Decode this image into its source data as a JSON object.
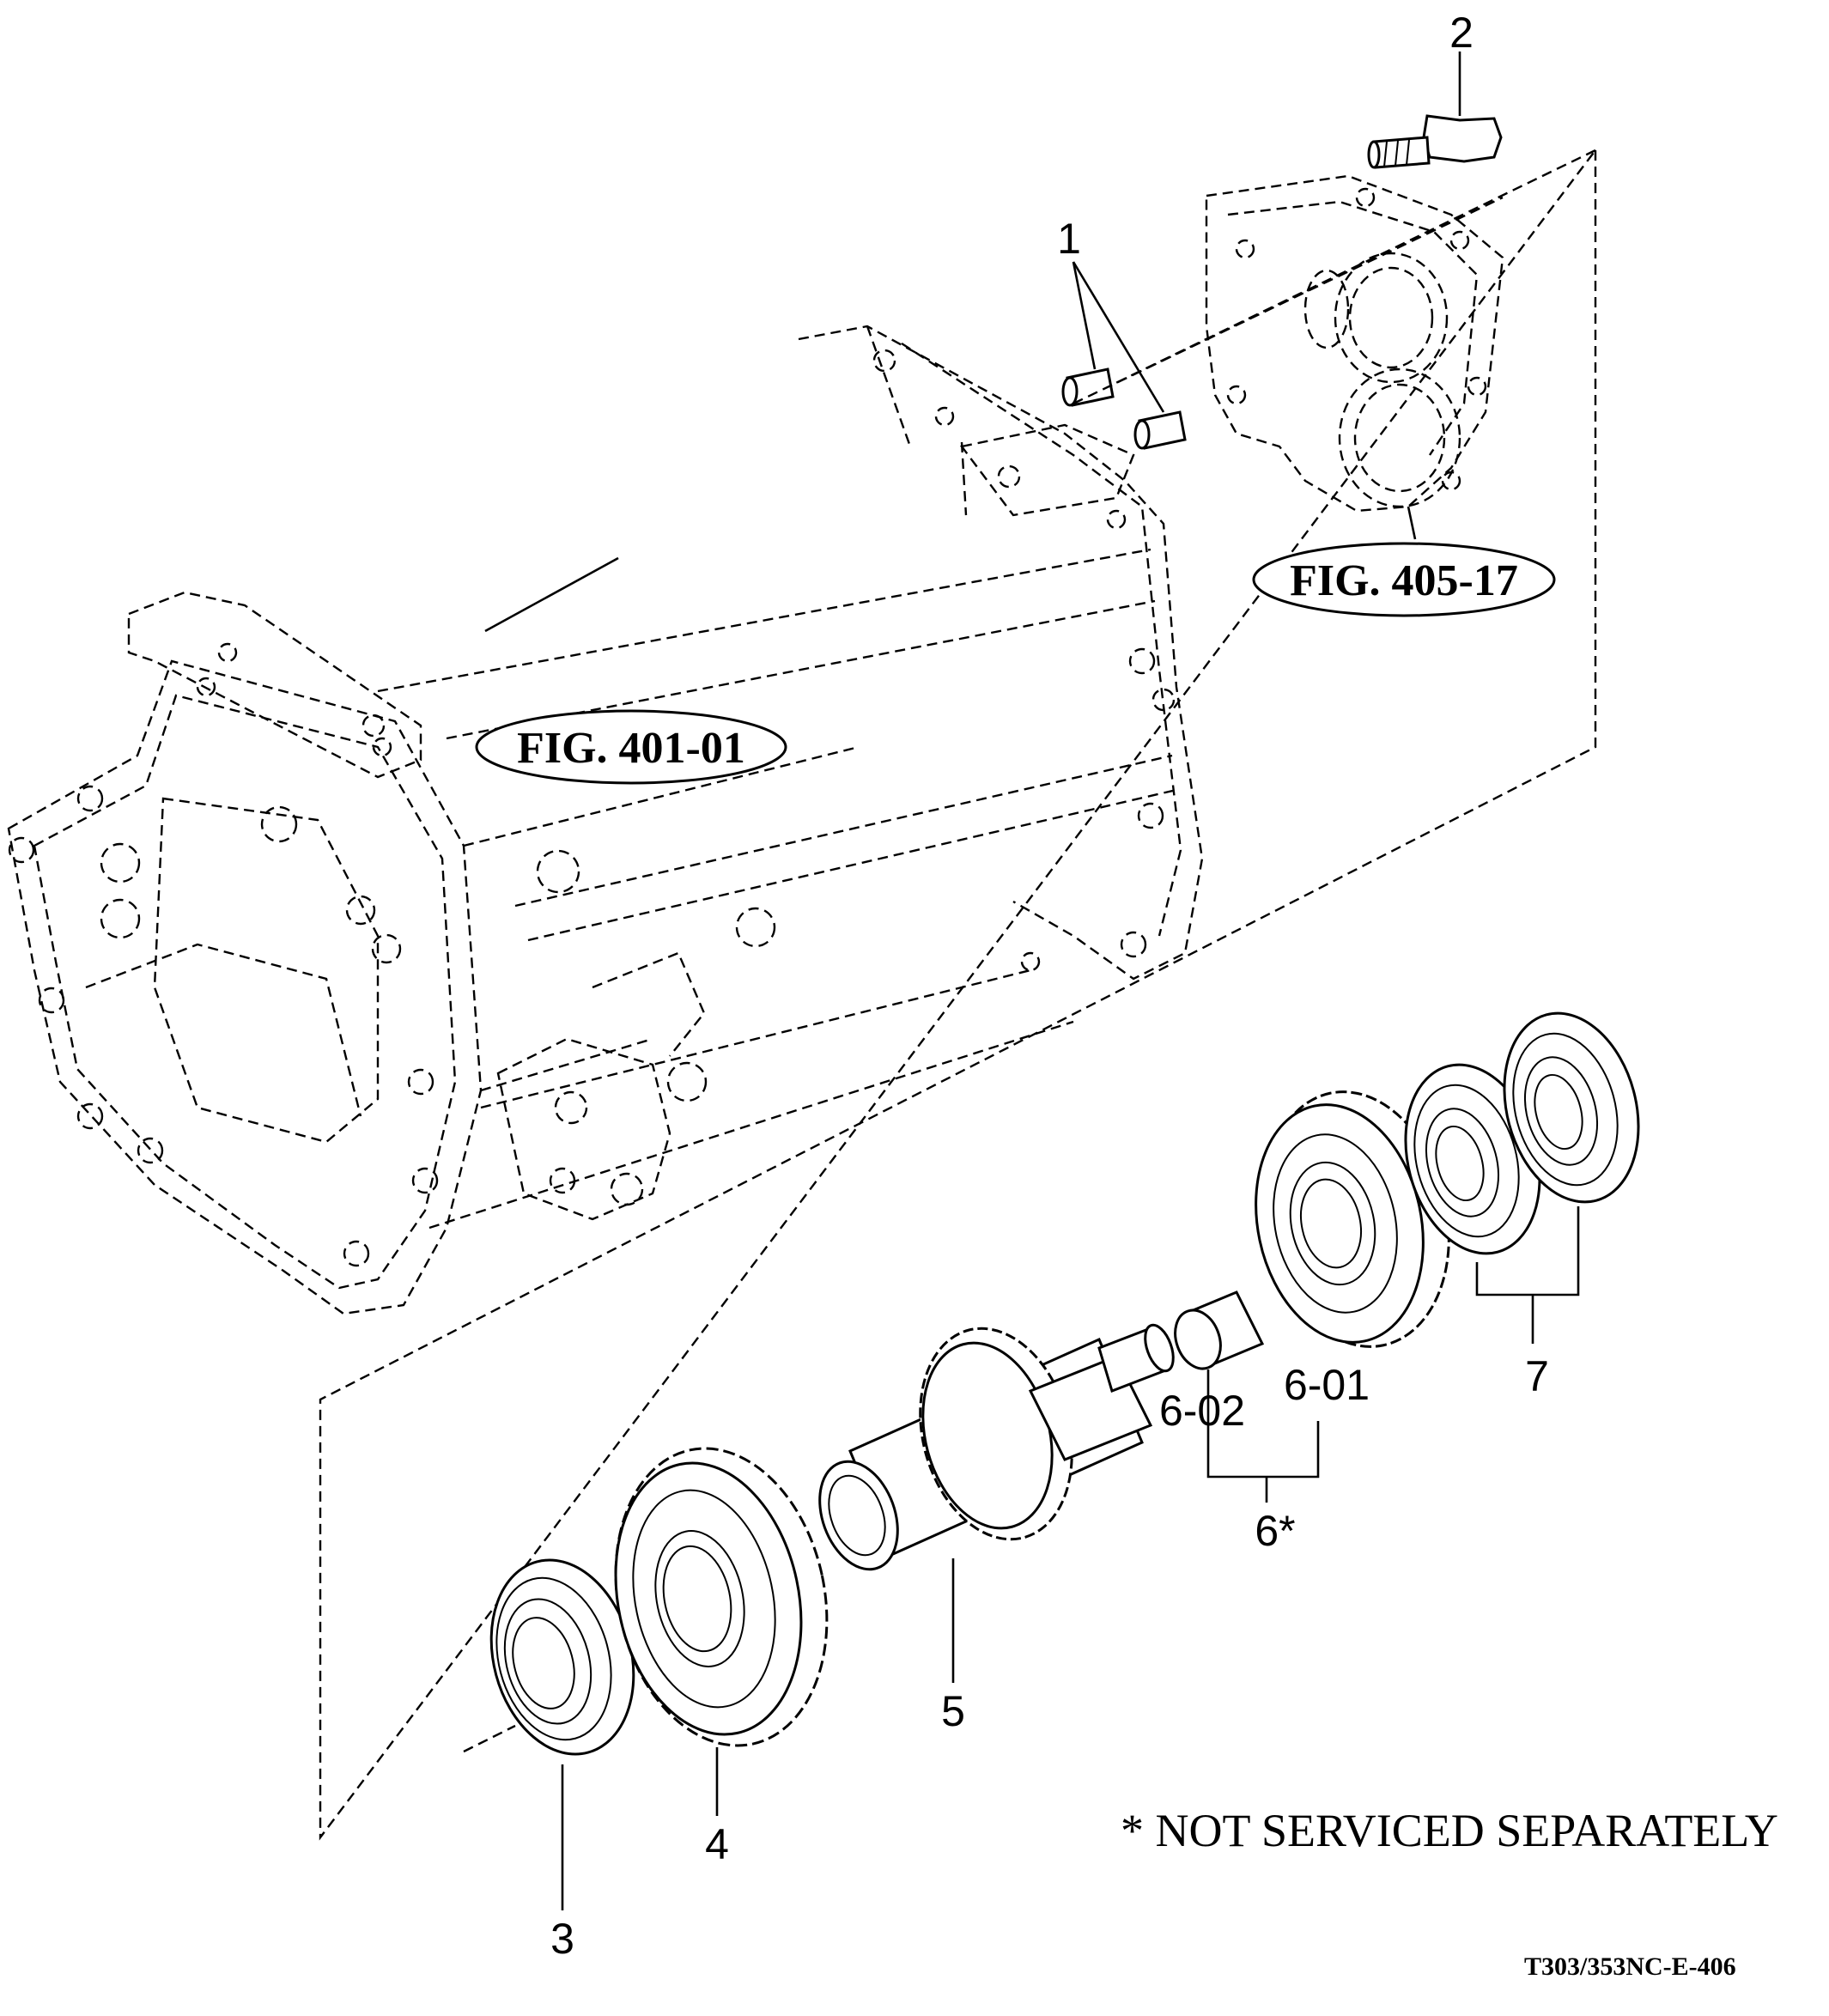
{
  "labels": {
    "c1": "1",
    "c2": "2",
    "c3": "3",
    "c4": "4",
    "c5": "5",
    "c6": "6*",
    "c601": "6-01",
    "c602": "6-02",
    "c7": "7"
  },
  "figure_refs": {
    "fig401": "FIG. 401-01",
    "fig405": "FIG. 405-17"
  },
  "note": "* NOT SERVICED SEPARATELY",
  "document_id": "T303/353NC-E-406"
}
